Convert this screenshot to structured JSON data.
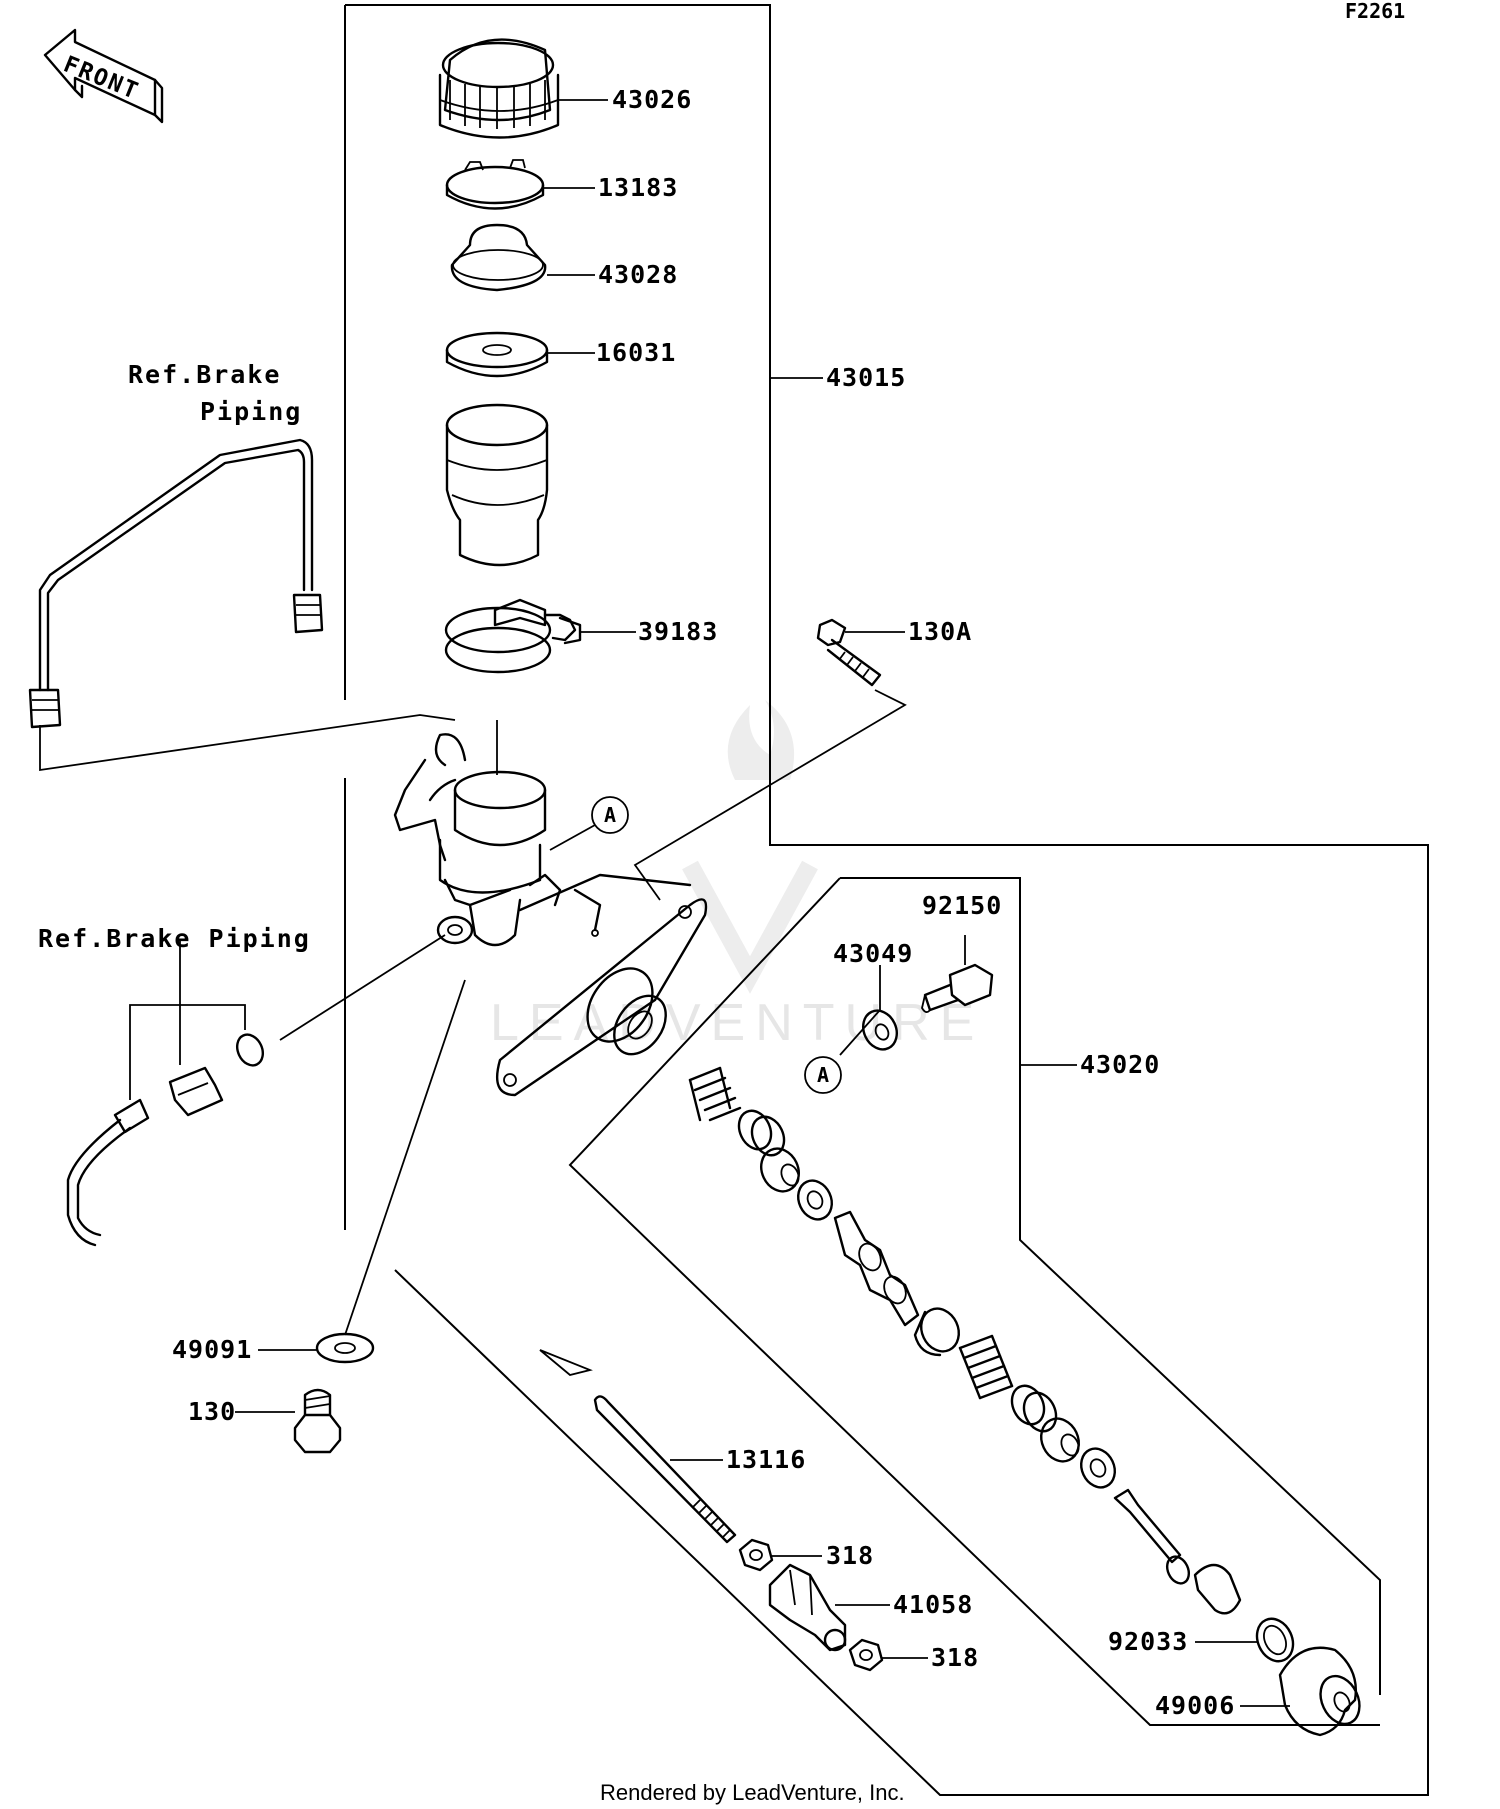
{
  "diagram_code": "F2261",
  "front_label": "FRONT",
  "ref_labels": {
    "brake_piping_upper_line1": "Ref.Brake",
    "brake_piping_upper_line2": "Piping",
    "brake_piping_lower": "Ref.Brake Piping"
  },
  "callout_letter": "A",
  "parts": {
    "p43026": "43026",
    "p13183": "13183",
    "p43028": "43028",
    "p16031": "16031",
    "p43015": "43015",
    "p39183": "39183",
    "p130A": "130A",
    "p92150": "92150",
    "p43049": "43049",
    "p43020": "43020",
    "p49091": "49091",
    "p130": "130",
    "p13116": "13116",
    "p318a": "318",
    "p41058": "41058",
    "p318b": "318",
    "p92033": "92033",
    "p49006": "49006"
  },
  "watermark": "LEADVENTURE",
  "footer": "Rendered by LeadVenture, Inc."
}
